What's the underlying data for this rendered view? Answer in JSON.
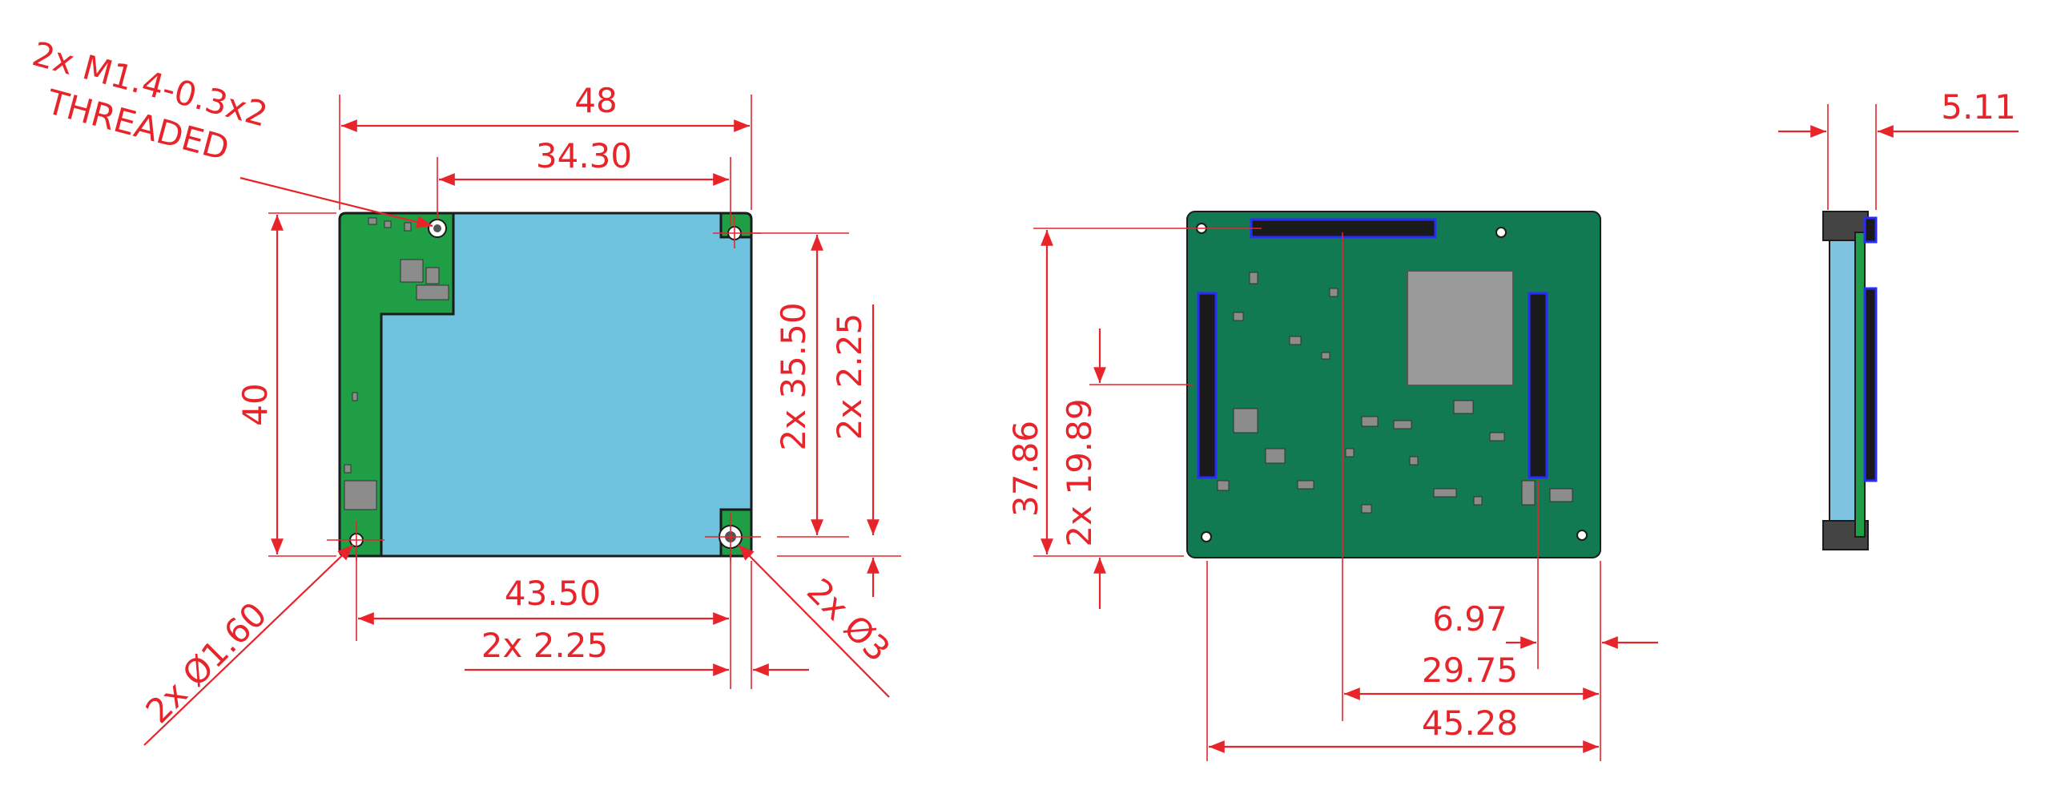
{
  "view1": {
    "thread_note_line1": "2x M1.4-0.3x2",
    "thread_note_line2": "THREADED",
    "dim_width": "48",
    "dim_hole_spacing_top": "34.30",
    "dim_height": "40",
    "dim_hole_y_spacing": "2x 35.50",
    "dim_hole_y_offset": "2x 2.25",
    "dim_hole_x_spacing": "43.50",
    "dim_hole_x_offset": "2x 2.25",
    "dim_small_hole": "2x Ø1.60",
    "dim_large_hole": "2x Ø3"
  },
  "view2": {
    "dim_connector_span": "37.86",
    "dim_connector_offset": "2x 19.89",
    "dim_right_connector": "6.97",
    "dim_center_line": "29.75",
    "dim_left_connector": "45.28"
  },
  "view3": {
    "dim_thickness": "5.11"
  },
  "colors": {
    "dimension_red": "#e8242b",
    "pcb_green": "#1f9e46",
    "pcb_dark_green": "#127a52",
    "module_blue": "#6fc3df",
    "connector_blue": "#2b2bff"
  }
}
